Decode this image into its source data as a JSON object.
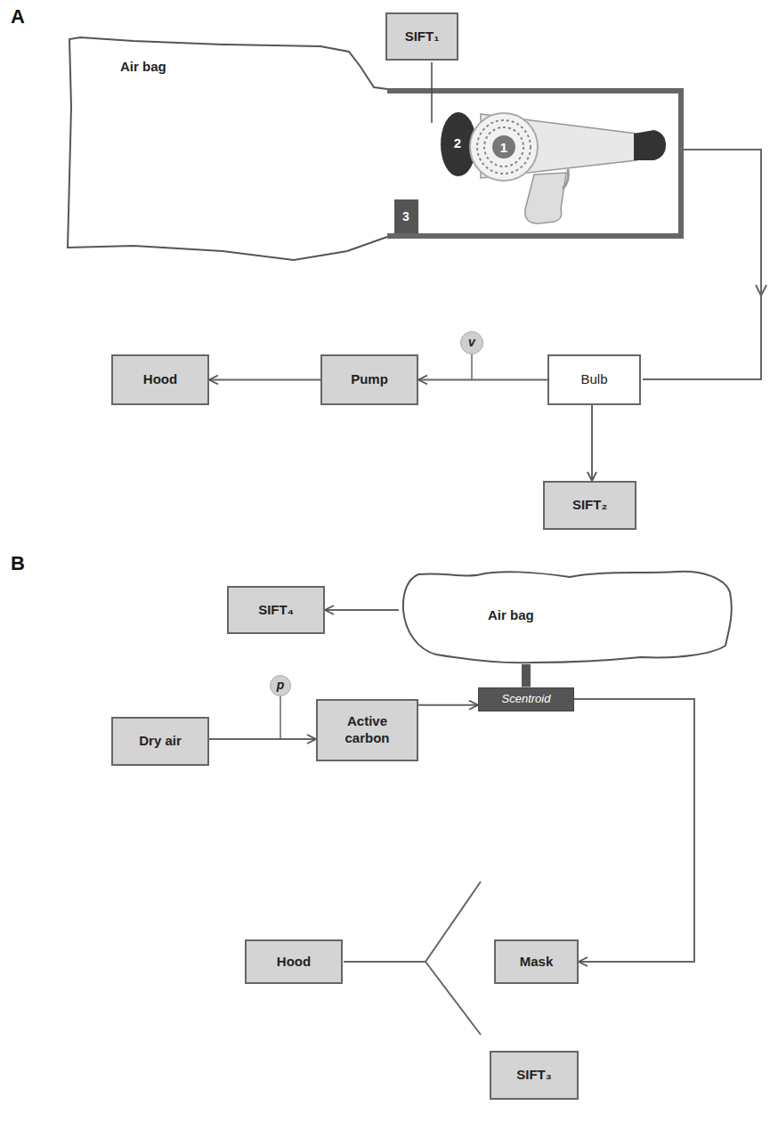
{
  "diagram": {
    "nodes": [
      {
        "text": [
          "SIFT₁"
        ]
      },
      {
        "text": [
          "Air bag"
        ]
      },
      {
        "text": [
          "Bulb"
        ]
      },
      {
        "text": [
          "v"
        ]
      },
      {
        "text": [
          "Pump"
        ]
      },
      {
        "text": [
          "Hood"
        ]
      },
      {
        "text": [
          "SIFT₂"
        ]
      },
      {
        "text": [
          "SIFT₄"
        ]
      },
      {
        "text": [
          "Air bag"
        ]
      },
      {
        "text": [
          "Dry air"
        ]
      },
      {
        "text": [
          "p"
        ]
      },
      {
        "text": [
          "Active carbon"
        ]
      },
      {
        "text": [
          "Scentroid"
        ]
      },
      {
        "text": [
          "Mask"
        ]
      },
      {
        "text": [
          "Hood"
        ]
      },
      {
        "text": [
          "SIFT₃"
        ]
      }
    ],
    "edges": [
      {
        "from": 2,
        "to": 4,
        "arrow": "to"
      },
      {
        "from": 4,
        "to": 5,
        "arrow": "to"
      },
      {
        "from": 2,
        "to": 6,
        "arrow": "to"
      },
      {
        "from": 8,
        "to": 7,
        "arrow": "to"
      },
      {
        "from": 8,
        "to": 12,
        "arrow": "none"
      },
      {
        "from": 9,
        "to": 11,
        "arrow": "to"
      },
      {
        "from": 11,
        "to": 12,
        "arrow": "to"
      },
      {
        "from": 12,
        "to": 13,
        "arrow": "to"
      }
    ],
    "labels": [
      "A",
      "B",
      "1",
      "2",
      "3"
    ]
  }
}
